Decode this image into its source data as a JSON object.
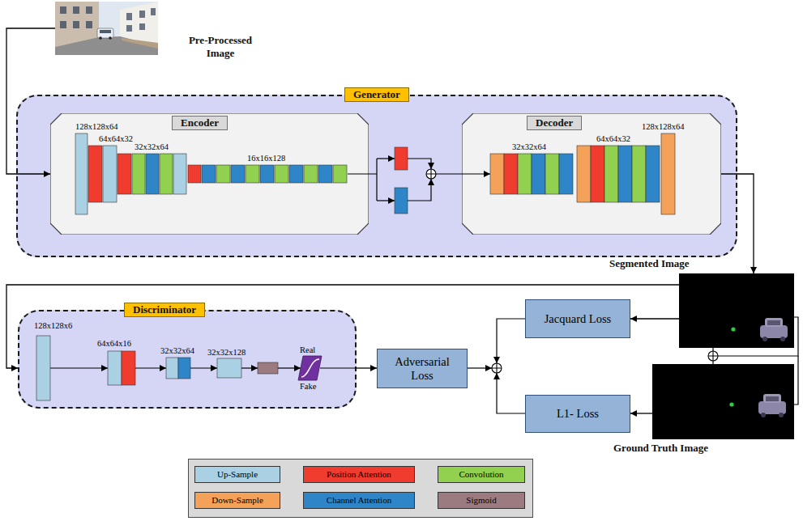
{
  "diagram": {
    "nodes": [
      {
        "text": [
          "Pre-Processed Image"
        ]
      },
      {
        "text": [
          "Generator"
        ]
      },
      {
        "text": [
          "Encoder"
        ],
        "in": 1
      },
      {
        "text": [
          "Decoder"
        ],
        "in": 1
      },
      {
        "text": [
          "Segmented Image"
        ]
      },
      {
        "text": [
          "Discriminator"
        ]
      },
      {
        "text": [
          "Jacquard Loss"
        ]
      },
      {
        "text": [
          "Adversarial Loss"
        ]
      },
      {
        "text": [
          "L1- Loss"
        ]
      },
      {
        "text": [
          "Ground Truth Image"
        ]
      }
    ],
    "edges": [
      {
        "from": 0,
        "to": 2,
        "arrow": "to"
      },
      {
        "from": 3,
        "to": 4,
        "arrow": "to"
      },
      {
        "from": 4,
        "to": 6,
        "arrow": "to"
      },
      {
        "from": 4,
        "to": 5,
        "arrow": "to"
      },
      {
        "from": 5,
        "to": 7,
        "arrow": "to"
      },
      {
        "from": 9,
        "to": 8,
        "arrow": "to"
      }
    ],
    "labels": [
      "128x128x64",
      "64x64x32",
      "32x32x64",
      "16x16x128",
      "32x32x64",
      "64x64x32",
      "128x128x64",
      "128x128x6",
      "64x64x16",
      "32x32x64",
      "32x32x128",
      "Real",
      "Fake"
    ],
    "legend": [
      {
        "text": "Up-Sample",
        "color": "#a9d1e3"
      },
      {
        "text": "Position Attention",
        "color": "#f03c2e"
      },
      {
        "text": "Convolution",
        "color": "#92d050"
      },
      {
        "text": "Down-Sample",
        "color": "#f4a259"
      },
      {
        "text": "Channel Attention",
        "color": "#2e86c8"
      },
      {
        "text": "Sigmoid",
        "color": "#9b7b80"
      }
    ]
  }
}
